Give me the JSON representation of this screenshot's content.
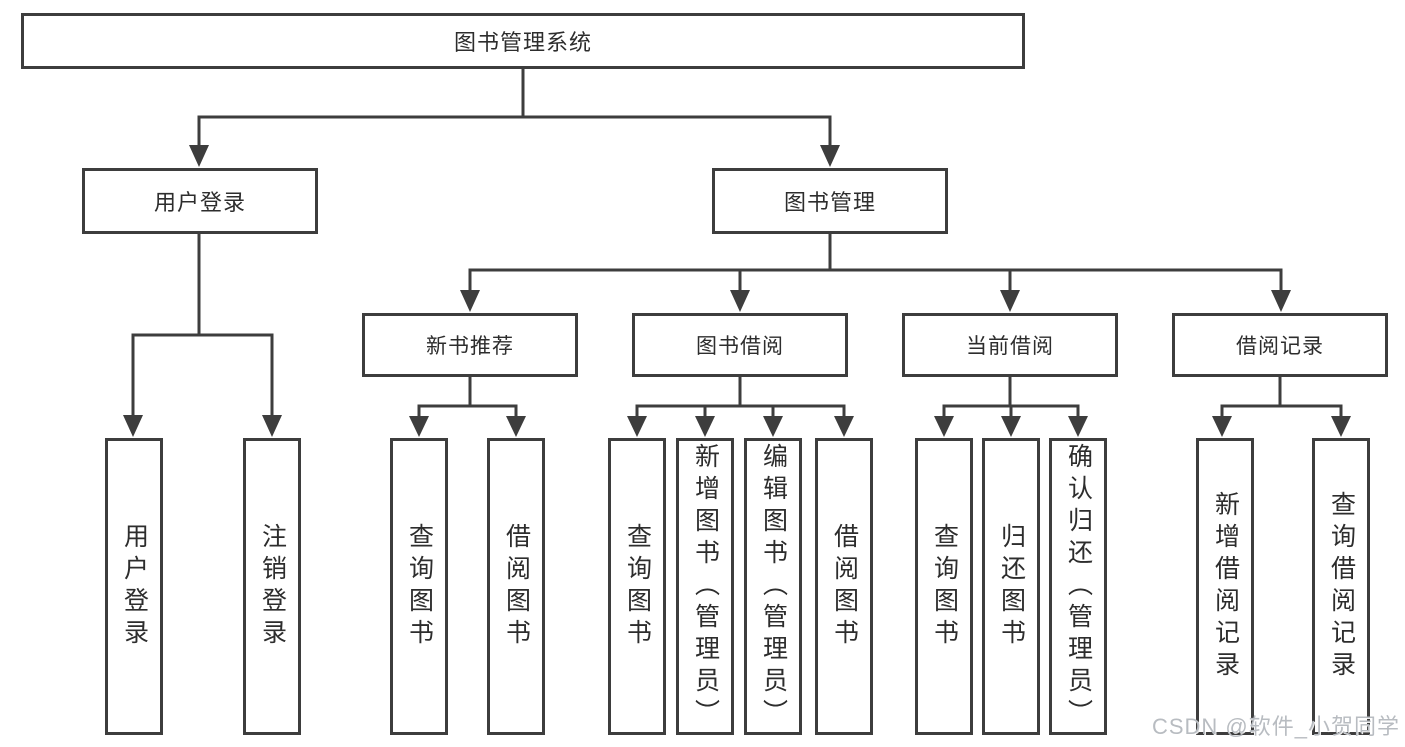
{
  "tree": {
    "root": "图书管理系统",
    "children": [
      {
        "label": "用户登录",
        "leaves": [
          "用户登录",
          "注销登录"
        ]
      },
      {
        "label": "图书管理",
        "children": [
          {
            "label": "新书推荐",
            "leaves": [
              "查询图书",
              "借阅图书"
            ]
          },
          {
            "label": "图书借阅",
            "leaves": [
              "查询图书",
              "新增图书（管理员）",
              "编辑图书（管理员）",
              "借阅图书"
            ]
          },
          {
            "label": "当前借阅",
            "leaves": [
              "查询图书",
              "归还图书",
              "确认归还（管理员）"
            ]
          },
          {
            "label": "借阅记录",
            "leaves": [
              "新增借阅记录",
              "查询借阅记录"
            ]
          }
        ]
      }
    ]
  },
  "watermark": {
    "text": "CSDN @软件_小贺同学"
  },
  "colors": {
    "line": "#3d3d3d",
    "text": "#2d2d2d",
    "background": "#ffffff",
    "watermark": "#b8bcc1"
  }
}
